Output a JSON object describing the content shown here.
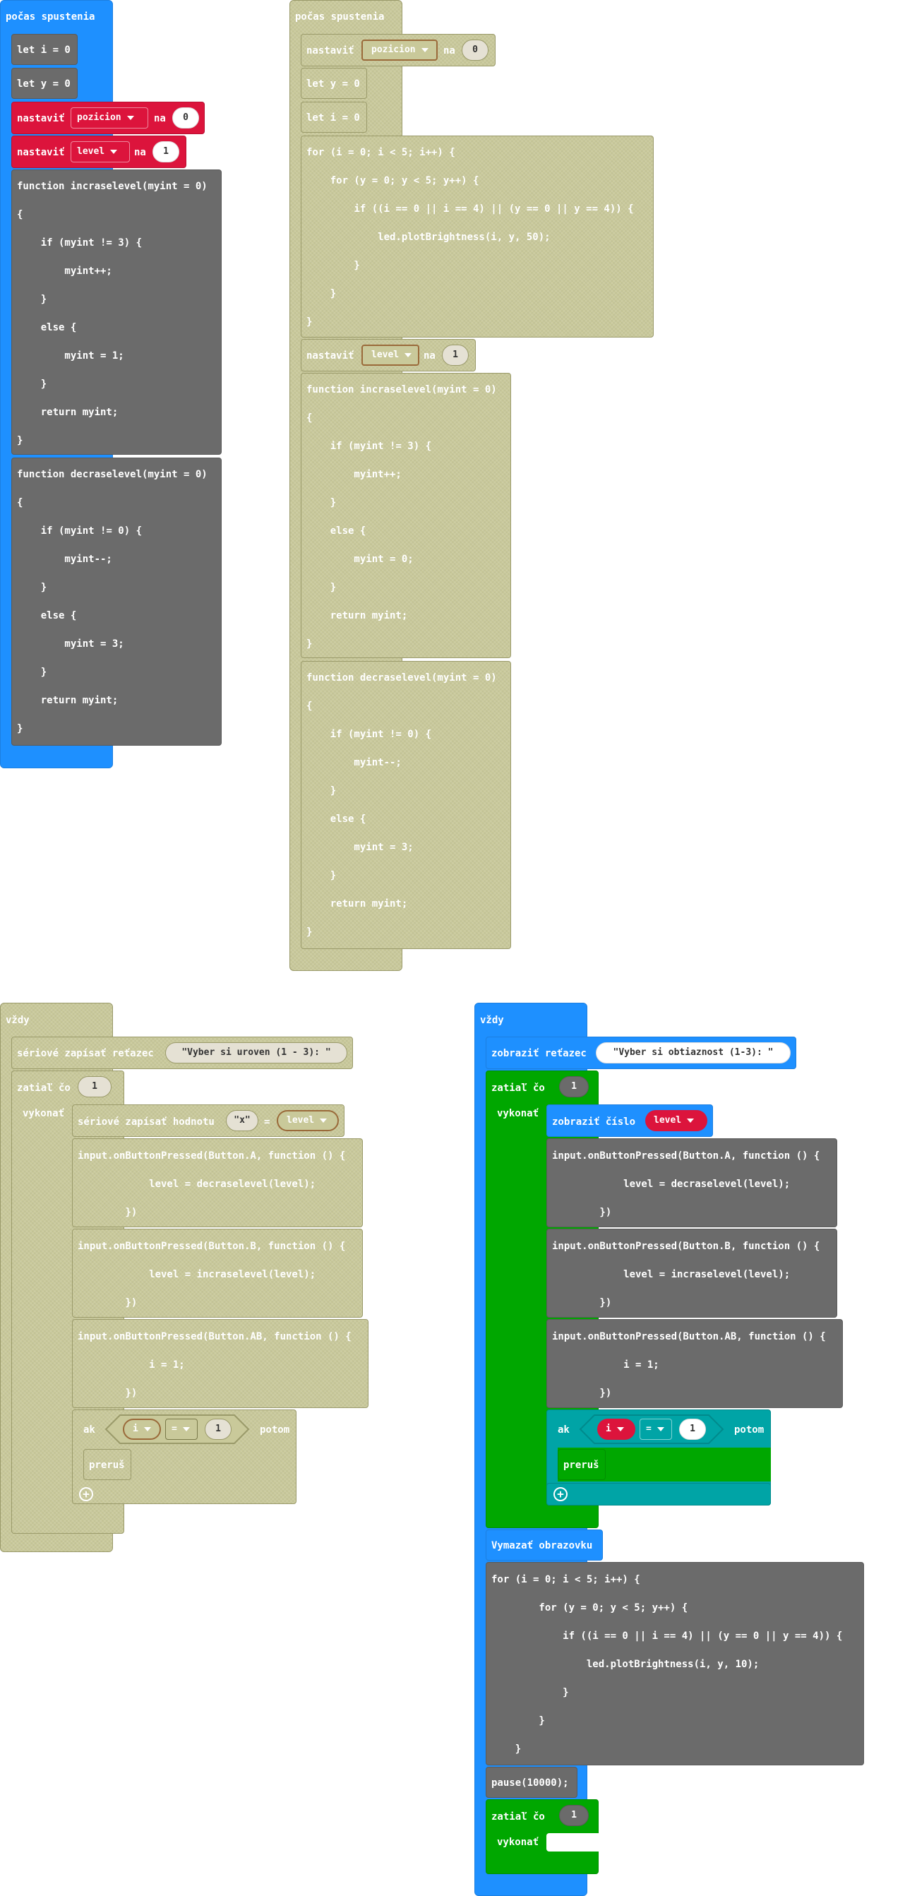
{
  "workspace": {
    "on_start_1": {
      "hat": "počas spustenia",
      "let_i": "let i = 0",
      "let_y": "let y = 0",
      "set_pozicion": {
        "label": "nastaviť",
        "var": "pozicion",
        "na": "na",
        "value": "0"
      },
      "set_level": {
        "label": "nastaviť",
        "var": "level",
        "na": "na",
        "value": "1"
      },
      "incr_lines": [
        "function incraselevel(myint = 0)",
        "{",
        "    if (myint != 3) {",
        "        myint++;",
        "    }",
        "    else {",
        "        myint = 1;",
        "    }",
        "    return myint;",
        "}"
      ],
      "decr_lines": [
        "function decraselevel(myint = 0)",
        "{",
        "    if (myint != 0) {",
        "        myint--;",
        "    }",
        "    else {",
        "        myint = 3;",
        "    }",
        "    return myint;",
        "}"
      ]
    },
    "on_start_2": {
      "hat": "počas spustenia",
      "set_pozicion": {
        "label": "nastaviť",
        "var": "pozicion",
        "na": "na",
        "value": "0"
      },
      "let_y": "let y = 0",
      "let_i": "let i = 0",
      "for_lines": [
        "for (i = 0; i < 5; i++) {",
        "    for (y = 0; y < 5; y++) {",
        "        if ((i == 0 || i == 4) || (y == 0 || y == 4)) {",
        "            led.plotBrightness(i, y, 50);",
        "        }",
        "    }",
        "}"
      ],
      "set_level": {
        "label": "nastaviť",
        "var": "level",
        "na": "na",
        "value": "1"
      },
      "incr_lines": [
        "function incraselevel(myint = 0)",
        "{",
        "    if (myint != 3) {",
        "        myint++;",
        "    }",
        "    else {",
        "        myint = 0;",
        "    }",
        "    return myint;",
        "}"
      ],
      "decr_lines": [
        "function decraselevel(myint = 0)",
        "{",
        "    if (myint != 0) {",
        "        myint--;",
        "    }",
        "    else {",
        "        myint = 3;",
        "    }",
        "    return myint;",
        "}"
      ]
    },
    "forever_1": {
      "hat": "vždy",
      "serial_label": "sériové zapísať reťazec",
      "serial_text": "\"Vyber si uroven (1 - 3): \"",
      "while_label": "zatiaľ čo",
      "while_value": "1",
      "do_label": "vykonať",
      "serial_value_label": "sériové zapísať hodnotu",
      "serial_value_name": "\"x\"",
      "eq": "=",
      "serial_value_var": "level",
      "btnA_lines": [
        "input.onButtonPressed(Button.A, function () {",
        "            level = decraselevel(level);",
        "        })"
      ],
      "btnB_lines": [
        "input.onButtonPressed(Button.B, function () {",
        "            level = incraselevel(level);",
        "        })"
      ],
      "btnAB_lines": [
        "input.onButtonPressed(Button.AB, function () {",
        "            i = 1;",
        "        })"
      ],
      "if_label": "ak",
      "if_var": "i",
      "if_op": "=",
      "if_value": "1",
      "then_label": "potom",
      "break_label": "preruš"
    },
    "forever_2": {
      "hat": "vždy",
      "show_string_label": "zobraziť reťazec",
      "show_string_text": "\"Vyber si obtiaznost (1-3): \"",
      "while_label": "zatiaľ čo",
      "while_value": "1",
      "do_label": "vykonať",
      "show_number_label": "zobraziť číslo",
      "show_number_var": "level",
      "btnA_lines": [
        "input.onButtonPressed(Button.A, function () {",
        "            level = decraselevel(level);",
        "        })"
      ],
      "btnB_lines": [
        "input.onButtonPressed(Button.B, function () {",
        "            level = incraselevel(level);",
        "        })"
      ],
      "btnAB_lines": [
        "input.onButtonPressed(Button.AB, function () {",
        "            i = 1;",
        "        })"
      ],
      "if_label": "ak",
      "if_var": "i",
      "if_op": "=",
      "if_value": "1",
      "then_label": "potom",
      "break_label": "preruš",
      "clear_label": "Vymazať obrazovku",
      "for_lines": [
        "for (i = 0; i < 5; i++) {",
        "        for (y = 0; y < 5; y++) {",
        "            if ((i == 0 || i == 4) || (y == 0 || y == 4)) {",
        "                led.plotBrightness(i, y, 10);",
        "            }",
        "        }",
        "    }"
      ],
      "pause_label": "pause(10000);",
      "while2_label": "zatiaľ čo",
      "while2_value": "1",
      "do2_label": "vykonať"
    }
  }
}
